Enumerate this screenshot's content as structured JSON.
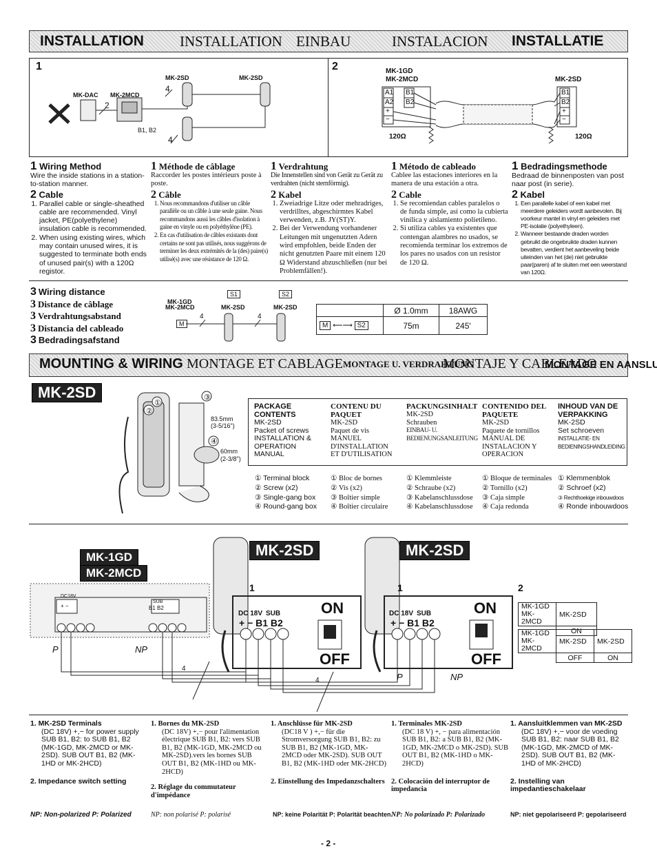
{
  "banner_install": [
    "INSTALLATION",
    "INSTALLATION",
    "EINBAU",
    "INSTALACION",
    "INSTALLATIE"
  ],
  "fig1": {
    "num": "1",
    "mk2sd_a": "MK-2SD",
    "mk2sd_b": "MK-2SD",
    "mkdac": "MK-DAC",
    "mk2mcd": "MK-2MCD",
    "n4a": "4",
    "n2": "2",
    "n4b": "4",
    "b1b2": "B1, B2"
  },
  "fig2": {
    "num": "2",
    "mk1gd": "MK-1GD",
    "mk2mcd": "MK-2MCD",
    "mk2sd": "MK-2SD",
    "a1": "A1",
    "a2": "A2",
    "b1": "B1",
    "b2": "B2",
    "plus": "+",
    "minus": "−",
    "r_left": "120Ω",
    "r_right": "120Ω"
  },
  "en": {
    "n1": "1",
    "h1": "Wiring Method",
    "p1": "Wire the inside stations in a station-to-station manner.",
    "n2": "2",
    "h2": "Cable",
    "i1": "Parallel cable or single-sheathed cable are recommended. Vinyl jacket, PE(polyethylene) insulation cable is recommended.",
    "i2": "When using existing wires, which may contain unused wires, it is suggested to terminate both ends of unused pair(s) with a 120Ω registor."
  },
  "fr": {
    "n1": "1",
    "h1": "Méthode de câblage",
    "p1": "Raccorder les postes intérieurs poste à poste.",
    "n2": "2",
    "h2": "Câble",
    "i1": "Nous recommandons d'utiliser un câble parallèle ou un câble à une seule gaine. Nous recommandons aussi les câbles d'isolation à gaine en vinyle ou en polyéthylène (PE).",
    "i2": "En cas d'utilisation de câbles existants dont certains ne sont pas utilisés, nous suggérons de terminer les deux extrémités de la (des) paire(s) utilisé(s) avec une résistance de 120 Ω."
  },
  "de": {
    "n1": "1",
    "h1": "Verdrahtung",
    "p1": "Die Innenstellen sind von Gerät zu Gerät zu verdrahten (nicht sternförmig).",
    "n2": "2",
    "h2": "Kabel",
    "i1": "Zweiadrige Litze oder mehradriges, verdrilltes, abgeschirmtes Kabel verwenden, z.B. JY(ST)Y.",
    "i2": "Bei der Verwendung vorhandener Leitungen mit ungenutzten Adern wird empfohlen, beide Enden der nicht genutzten Paare mit einem 120 Ω Widerstand abzuschließen (nur bei Problemfällen!)."
  },
  "es": {
    "n1": "1",
    "h1": "Método de cableado",
    "p1": "Cablee las estaciones interiores en la manera de una estación a otra.",
    "n2": "2",
    "h2": "Cable",
    "i1": "Se recomiendan cables paralelos o de funda simple, así como la cubierta vinílica y aislamiento polietileno.",
    "i2": "Si utiliza cables ya existentes que contengan alambres no usados, se recomienda terminar los extremos de los pares no usados con un resistor de 120 Ω."
  },
  "nl": {
    "n1": "1",
    "h1": "Bedradingsmethode",
    "p1": "Bedraad de binnenposten van post naar post (in serie).",
    "n2": "2",
    "h2": "Kabel",
    "i1": "Een parallelle kabel of een kabel met meerdere geleiders wordt aanbevolen. Bij voorkeur mantel in vinyl en geleiders met PE-isolatie (polyethyleen).",
    "i2": "Wanneer bestaande draden worden gebruikt die ongebruikte draden kunnen bevatten, verdient het aanbeveling beide uiteinden van het (de) niet gebruikte paar(paren) af te sluiten met een weerstand van 120Ω."
  },
  "distance": {
    "n": "3",
    "en": "Wiring distance",
    "fr": "Distance de câblage",
    "de": "Verdrahtungsabstand",
    "es": "Distancia del cableado",
    "nl": "Bedradingsafstand"
  },
  "dist_fig": {
    "s1": "S1",
    "s2": "S2",
    "mk1gd": "MK-1GD",
    "mk2mcd": "MK-2MCD",
    "mk2sd_a": "MK-2SD",
    "mk2sd_b": "MK-2SD",
    "n4a": "4",
    "n4b": "4",
    "m": "M"
  },
  "dist_table": {
    "m": "M",
    "s2": "S2",
    "dia": "Ø 1.0mm",
    "awg": "18AWG",
    "m75": "75m",
    "ft": "245'"
  },
  "banner_mount": [
    "MOUNTING & WIRING",
    "MONTAGE ET CABLAGE",
    "MONTAGE U. VERDRAHTUNG",
    "MONTAJE Y CABLEADO",
    "MONTAGE EN AANSLUITING"
  ],
  "mk2sd_tag": "MK-2SD",
  "mount_fig": {
    "c1": "①",
    "c2": "②",
    "c3": "③",
    "c4": "④",
    "d1": "83.5mm",
    "d1b": "(3-5/16\")",
    "d2": "60mm",
    "d2b": "(2-3/8\")"
  },
  "package": [
    {
      "head": "PACKAGE CONTENTS",
      "lines": [
        "MK-2SD",
        "Packet of screws",
        "INSTALLATION &",
        "OPERATION",
        "MANUAL"
      ]
    },
    {
      "head": "CONTENU DU PAQUET",
      "lines": [
        "MK-2SD",
        "Paquet de vis",
        "MANUEL",
        "D'INSTALLATION",
        "ET D'UTILISATION"
      ]
    },
    {
      "head": "PACKUNGSINHALT",
      "lines": [
        "MK-2SD",
        "Schrauben",
        "EINBAU- U.",
        "BEDIENUNGSANLEITUNG"
      ]
    },
    {
      "head": "CONTENIDO DEL PAQUETE",
      "lines": [
        "MK-2SD",
        "Paquete de tornillos",
        "MANUAL DE",
        "INSTALACION Y",
        "OPERACION"
      ]
    },
    {
      "head": "INHOUD VAN DE VERPAKKING",
      "lines": [
        "MK-2SD",
        "Set schroeven",
        "INSTALLATIE- EN",
        "BEDIENINGSHANDLEIDING"
      ]
    }
  ],
  "parts": [
    [
      "① Terminal block",
      "② Screw (x2)",
      "③ Single-gang box",
      "④ Round-gang box"
    ],
    [
      "① Bloc de bornes",
      "② Vis (x2)",
      "③ Boîtier simple",
      "④ Boîtier circulaire"
    ],
    [
      "① Klemmleiste",
      "② Schraube (x2)",
      "③ Kabelanschlussdose",
      "④ Kabelanschlussdose"
    ],
    [
      "① Bloque de terminales",
      "② Tornillo (x2)",
      "③ Caja simple",
      "④ Caja redonda"
    ],
    [
      "① Klemmenblok",
      "② Schroef (x2)",
      "③ Rechthoekige inbouwdoos",
      "④ Ronde inbouwdoos"
    ]
  ],
  "wiring": {
    "mk1gd": "MK-1GD",
    "mk2mcd": "MK-2MCD",
    "mk2sd_a": "MK-2SD",
    "mk2sd_b": "MK-2SD",
    "n1a": "1",
    "n1b": "1",
    "n2": "2",
    "dc18v": "DC18V",
    "sub": "SUB",
    "pm": "+ −",
    "b1b2": "B1 B2",
    "p": "P",
    "np": "NP",
    "p2": "P",
    "np2": "NP",
    "n4a": "4",
    "n4b": "4",
    "dc18v_l": "DC 18V",
    "sub_l": "SUB",
    "pmb": "+ − B1 B2",
    "on": "ON",
    "off": "OFF",
    "on2": "ON",
    "off2": "OFF"
  },
  "settings": {
    "t1": {
      "c1": "MK-1GD MK-2MCD",
      "c2": "MK-2SD",
      "v2": "ON"
    },
    "t2": {
      "c1": "MK-1GD MK-2MCD",
      "c2": "MK-2SD",
      "c3": "MK-2SD",
      "v2": "OFF",
      "v3": "ON"
    }
  },
  "bottom": {
    "en": {
      "h1": "1.   MK-2SD Terminals",
      "b1": "(DC 18V) +,− for power supply SUB B1, B2: to SUB B1, B2 (MK-1GD, MK-2MCD or MK-2SD). SUB OUT B1, B2 (MK-1HD or MK-2HCD)",
      "h2": "2.   Impedance switch setting"
    },
    "fr": {
      "h1": "1.   Bornes du MK-2SD",
      "b1": "(DC 18V) +,− pour l'alimentation électrique SUB B1, B2: vers SUB B1, B2 (MK-1GD, MK-2MCD ou MK-2SD).vers les bornes SUB OUT B1, B2 (MK-1HD ou MK-2HCD)",
      "h2": "2.   Réglage du commutateur d'impédance"
    },
    "de": {
      "h1": "1.   Anschlüsse für MK-2SD",
      "b1": "(DC18 V ) +,− für die Stromversorgung SUB B1, B2: zu SUB B1, B2 (MK-1GD, MK-2MCD oder MK-2SD). SUB OUT B1, B2 (MK-1HD oder MK-2HCD)",
      "h2": "2.   Einstellung des Impedanzschalters"
    },
    "es": {
      "h1": "1.   Terminales MK-2SD",
      "b1": "(DC 18 V) +, − para alimentación SUB B1, B2: a SUB B1, B2 (MK-1GD, MK-2MCD o MK-2SD). SUB OUT B1, B2 (MK-1HD o MK-2HCD)",
      "h2": "2.   Colocación del interruptor de impedancia"
    },
    "nl": {
      "h1": "1. Aansluitklemmen van MK-2SD",
      "b1": "(DC 18V) +,− voor de voeding SUB B1, B2: naar SUB B1, B2 (MK-1GD, MK-2MCD of MK-2SD). SUB OUT B1, B2 (MK-1HD of MK-2HCD)",
      "h2": "2. Instelling van impedantieschakelaar"
    }
  },
  "np_notes": [
    "NP: Non-polarized  P: Polarized",
    "NP: non polarisé  P: polarisé",
    "NP: keine Polarität  P: Polarität beachten.",
    "NP: No polarizado  P: Polarizado",
    "NP: niet gepolariseerd P: gepolariseerd"
  ],
  "page_number": "- 2 -"
}
